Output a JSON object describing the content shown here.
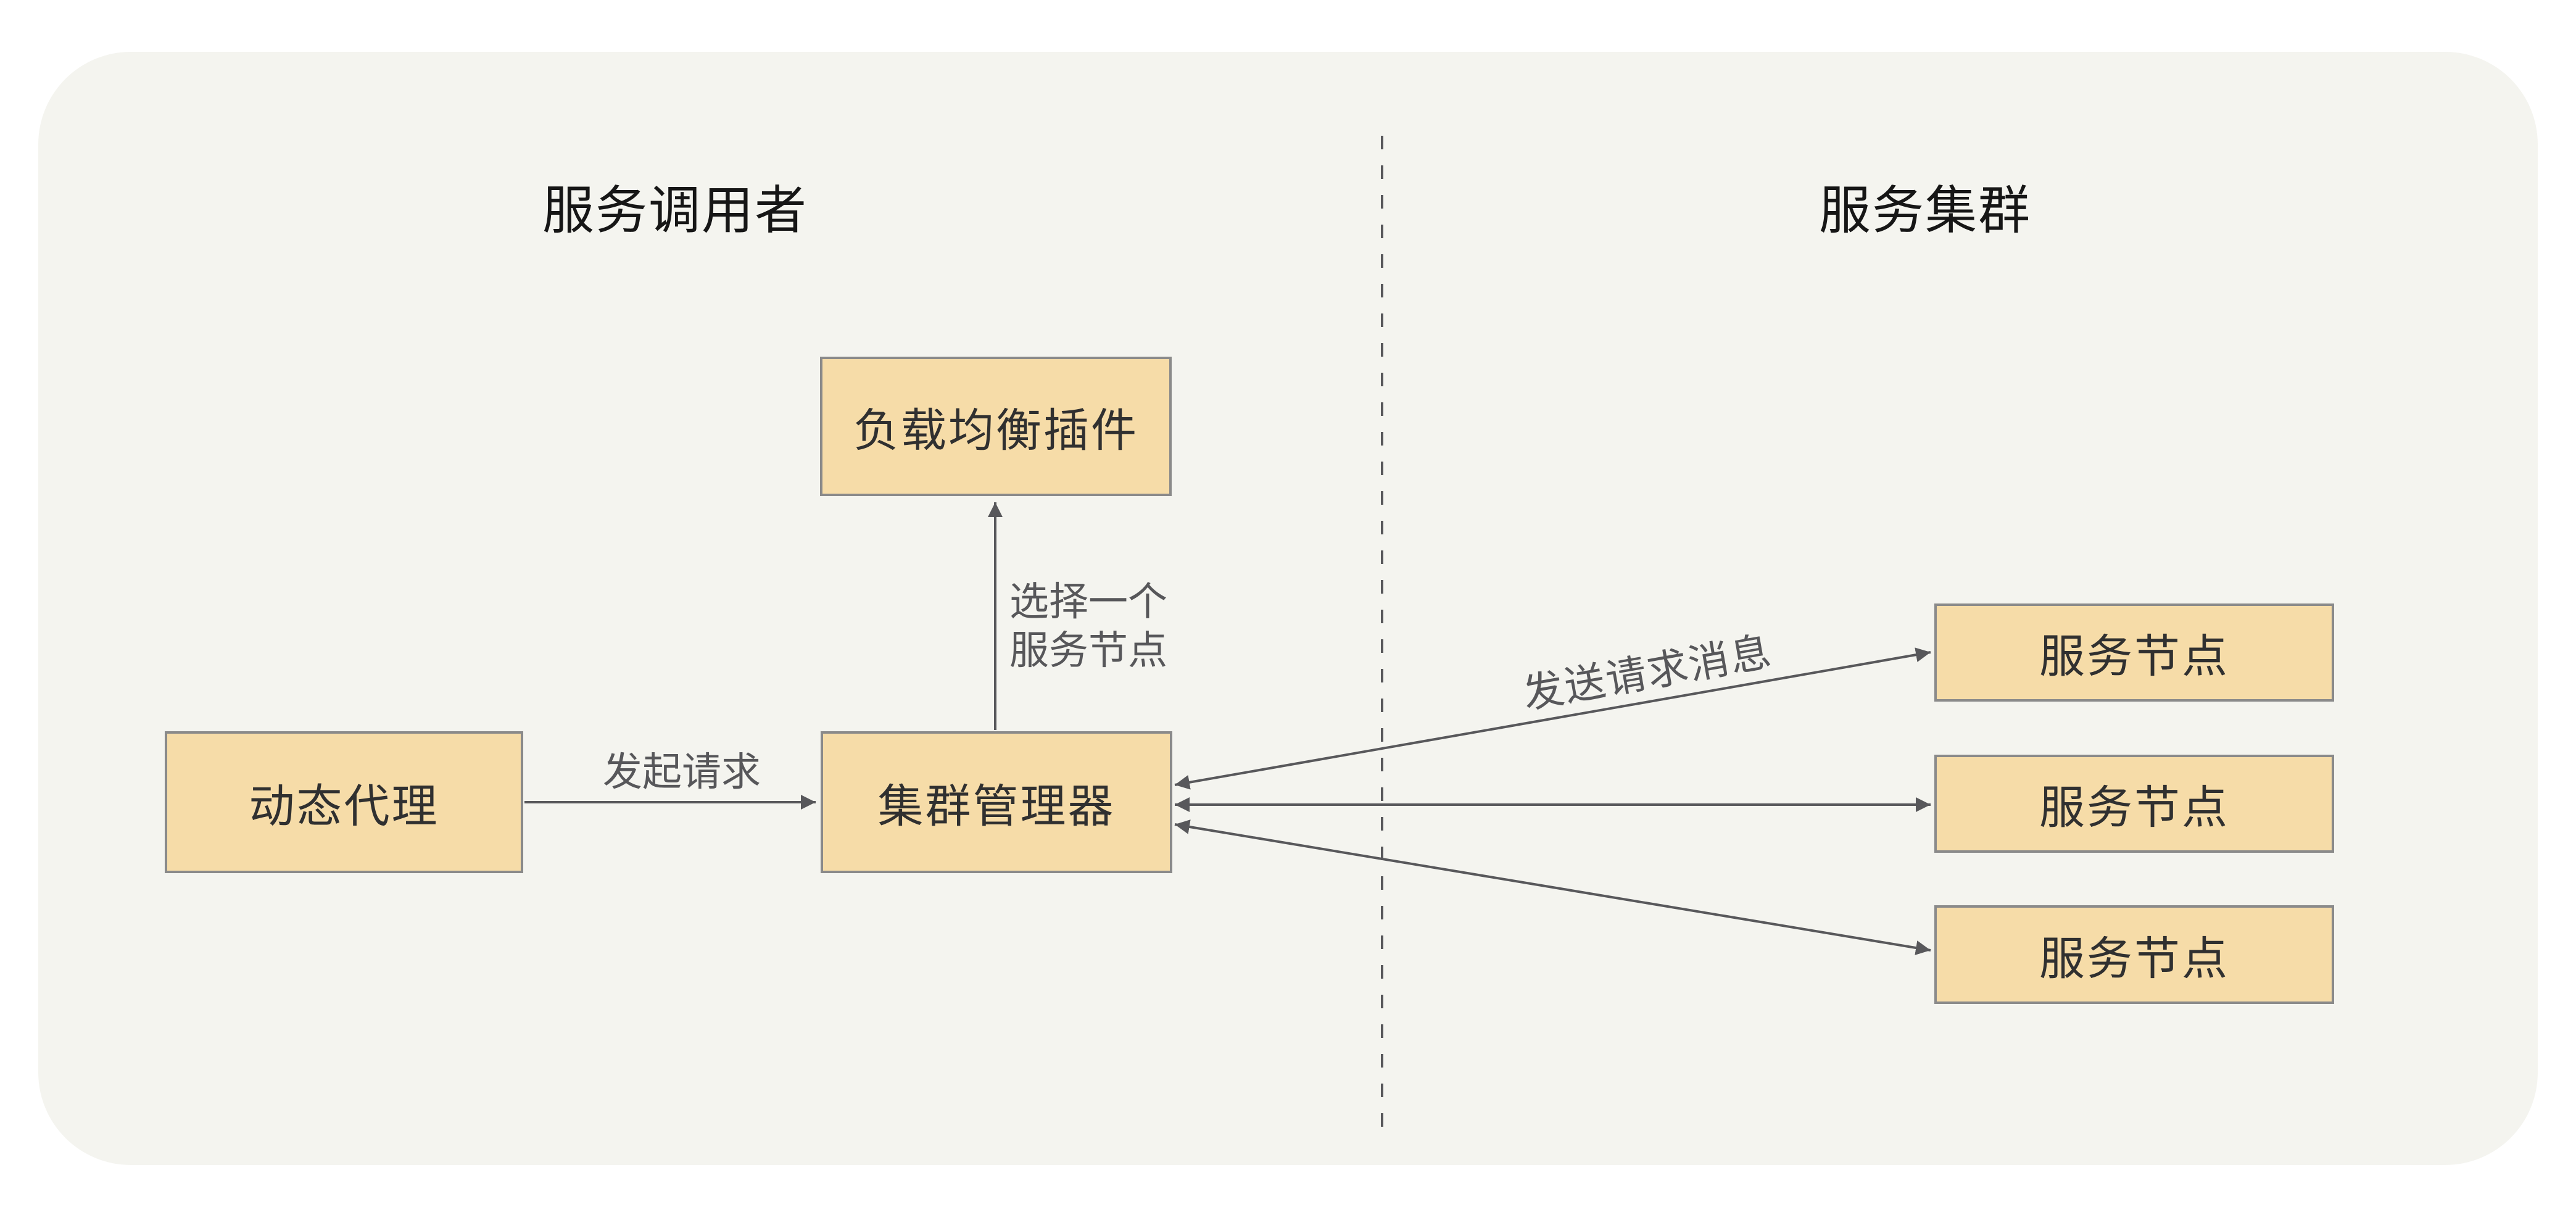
{
  "sections": {
    "left_title": "服务调用者",
    "right_title": "服务集群"
  },
  "boxes": {
    "load_balancer_plugin": {
      "label": "负载均衡插件"
    },
    "dynamic_proxy": {
      "label": "动态代理"
    },
    "cluster_manager": {
      "label": "集群管理器"
    },
    "service_nodes": [
      {
        "label": "服务节点"
      },
      {
        "label": "服务节点"
      },
      {
        "label": "服务节点"
      }
    ]
  },
  "edges": {
    "initiate_request_label": "发起请求",
    "select_node_label_line1": "选择一个",
    "select_node_label_line2": "服务节点",
    "send_request_label": "发送请求消息"
  },
  "colors": {
    "page_bg": "#FFFFFF",
    "canvas_bg": "#F4F4EF",
    "box_fill": "#F6DCA8",
    "box_border": "#8A8A8A",
    "arrow": "#58585B",
    "title_text": "#161616",
    "box_text": "#303030",
    "label_text": "#57575A"
  }
}
